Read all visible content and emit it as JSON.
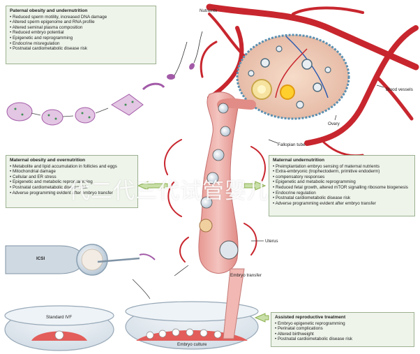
{
  "paternal": {
    "title": "Paternal obesity and undernutrition",
    "items": [
      "Reduced sperm motility, increased DNA damage",
      "Altered sperm epigenome and RNA profile",
      "Altered seminal plasma composition",
      "Reduced embryo potential",
      "Epigenetic and reprogramming",
      "Endocrine misregulation",
      "Postnatal cardiometabolic disease risk"
    ]
  },
  "maternal_obesity": {
    "title": "Maternal obesity and overnutrition",
    "items": [
      "Metabolite and lipid accumulation in follicles and eggs",
      "Mitochondrial damage",
      "Cellular and ER stress",
      "Epigenetic and metabolic reprogramming",
      "Postnatal cardiometabolic disease risk",
      "Adverse programming evident after embryo transfer"
    ]
  },
  "maternal_under": {
    "title": "Maternal undernutrition",
    "items": [
      "Preimplantation embryo sensing of maternal nutrients",
      "Extra-embryonic (trophectoderm, primitive endoderm)",
      "compensatory responses",
      "Epigenetic and metabolic reprogramming",
      "Reduced fetal growth, altered mTOR signalling ribosome biogenesis",
      "Endocrine regulation",
      "Postnatal cardiometabolic disease risk",
      "Adverse programming evident after embryo transfer"
    ]
  },
  "art": {
    "title": "Assisted reproductive treatment",
    "items": [
      "Embryo epigenetic reprogramming",
      "Perinatal complications",
      "Altered birthweight",
      "Postnatal cardiometabolic disease risk"
    ]
  },
  "labels": {
    "nutrients": "Nutrients",
    "blood_vessels": "Blood vessels",
    "ovary": "Ovary",
    "fallopian_tube": "Fallopian tube",
    "uterus": "Uterus",
    "icsi": "ICSI",
    "standard_ivf": "Standard IVF",
    "embryo_culture": "Embryo culture",
    "embryo_transfer": "Embryo transfer"
  },
  "watermark": "一代二代三代试管婴儿",
  "colors": {
    "box_fill": "#eef4ea",
    "box_border": "#9cb08f",
    "vessel": "#c8262e",
    "tissue": "#e7a7a3",
    "arrow_green": "#8bb04e",
    "sperm": "#a25aa7",
    "cell_green": "#3f8f56"
  }
}
